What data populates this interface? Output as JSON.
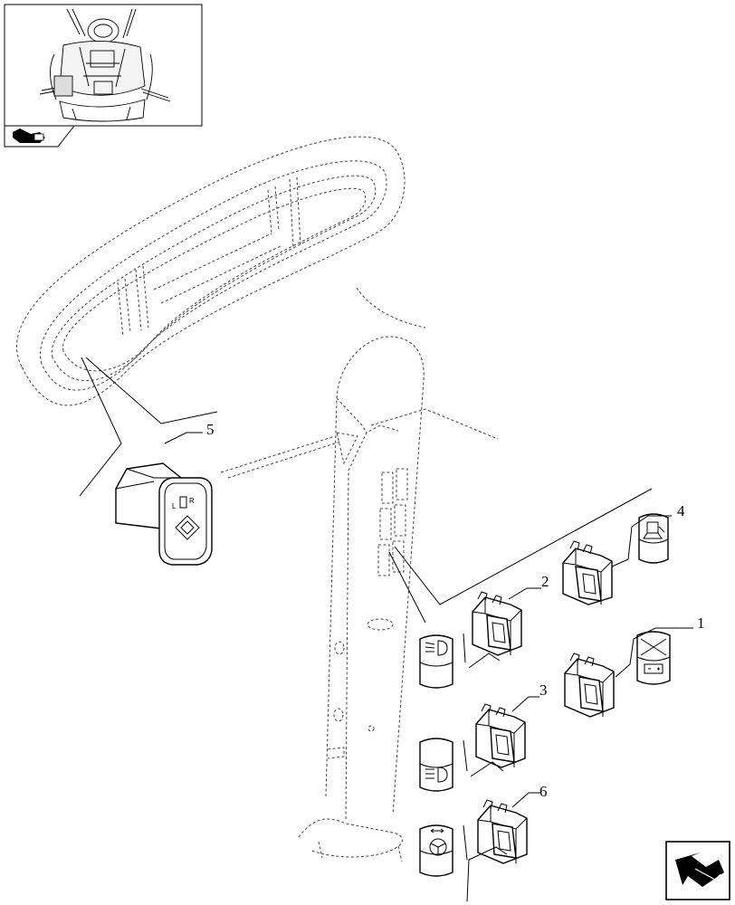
{
  "callouts": [
    "1",
    "2",
    "3",
    "4",
    "5",
    "6"
  ],
  "icons": {
    "nav_arrow": "next-page-arrow-icon",
    "thumbnail": "tractor-cab-thumbnail",
    "thumb_tab": "tractor-cab-tab-icon"
  },
  "colors": {
    "line": "#000000",
    "background": "#ffffff",
    "hidden_line": "#444444"
  }
}
